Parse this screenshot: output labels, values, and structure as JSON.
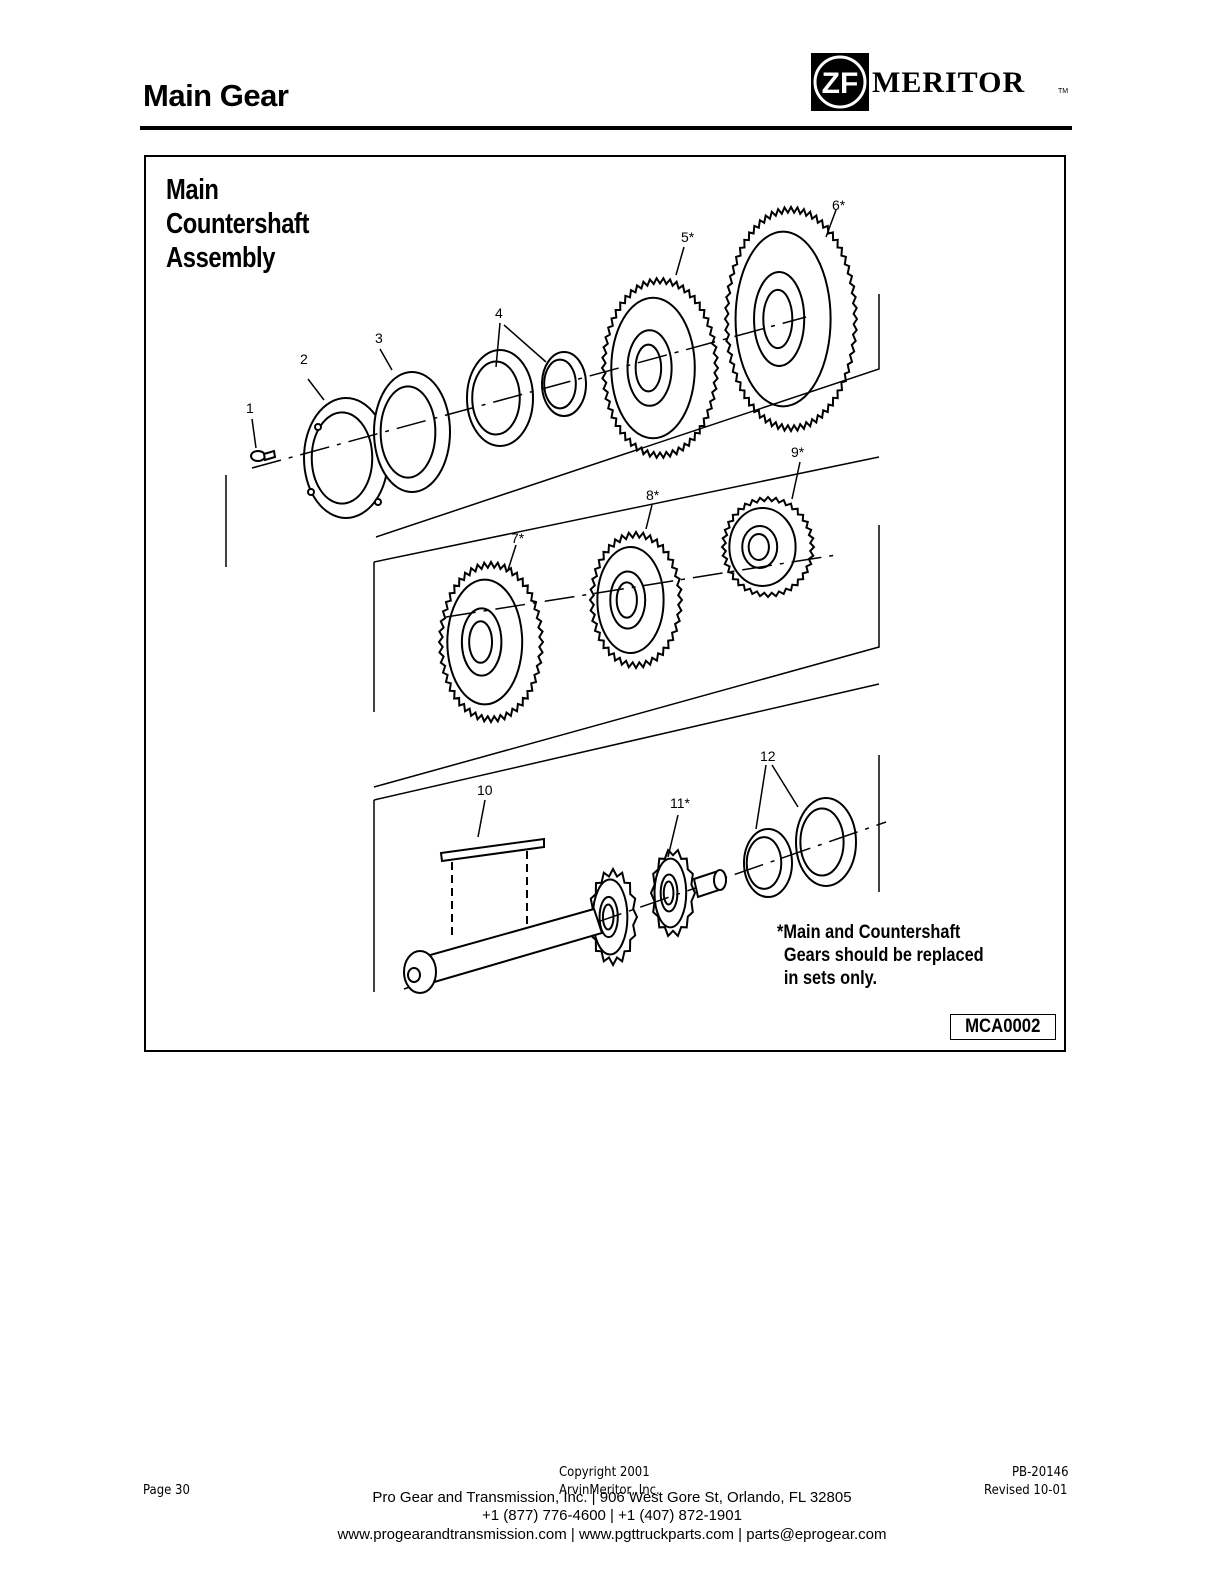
{
  "header": {
    "title": "Main Gear",
    "logo_mark": "ZF",
    "logo_text": "MERITOR",
    "logo_tm": "TM"
  },
  "figure": {
    "title_lines": [
      "Main",
      "Countershaft",
      "Assembly"
    ],
    "callouts": [
      "1",
      "2",
      "3",
      "4",
      "5*",
      "6*",
      "7*",
      "8*",
      "9*",
      "10",
      "11*",
      "12"
    ],
    "note_lines": [
      "*Main and Countershaft",
      "Gears should be replaced",
      "in sets only."
    ],
    "code": "MCA0002"
  },
  "footer": {
    "page": "Page 30",
    "copyright_line1": "Copyright 2001",
    "copyright_line2": "ArvinMeritor, Inc.",
    "doc_number": "PB-20146",
    "revised": "Revised 10-01",
    "distributor_line1": "Pro Gear and Transmission, Inc. | 906 West Gore St, Orlando, FL  32805",
    "distributor_line2": "+1 (877) 776-4600 | +1 (407) 872-1901",
    "distributor_line3": "www.progearandtransmission.com | www.pgttruckparts.com | parts@eprogear.com"
  },
  "colors": {
    "ink": "#000000",
    "paper": "#ffffff"
  }
}
